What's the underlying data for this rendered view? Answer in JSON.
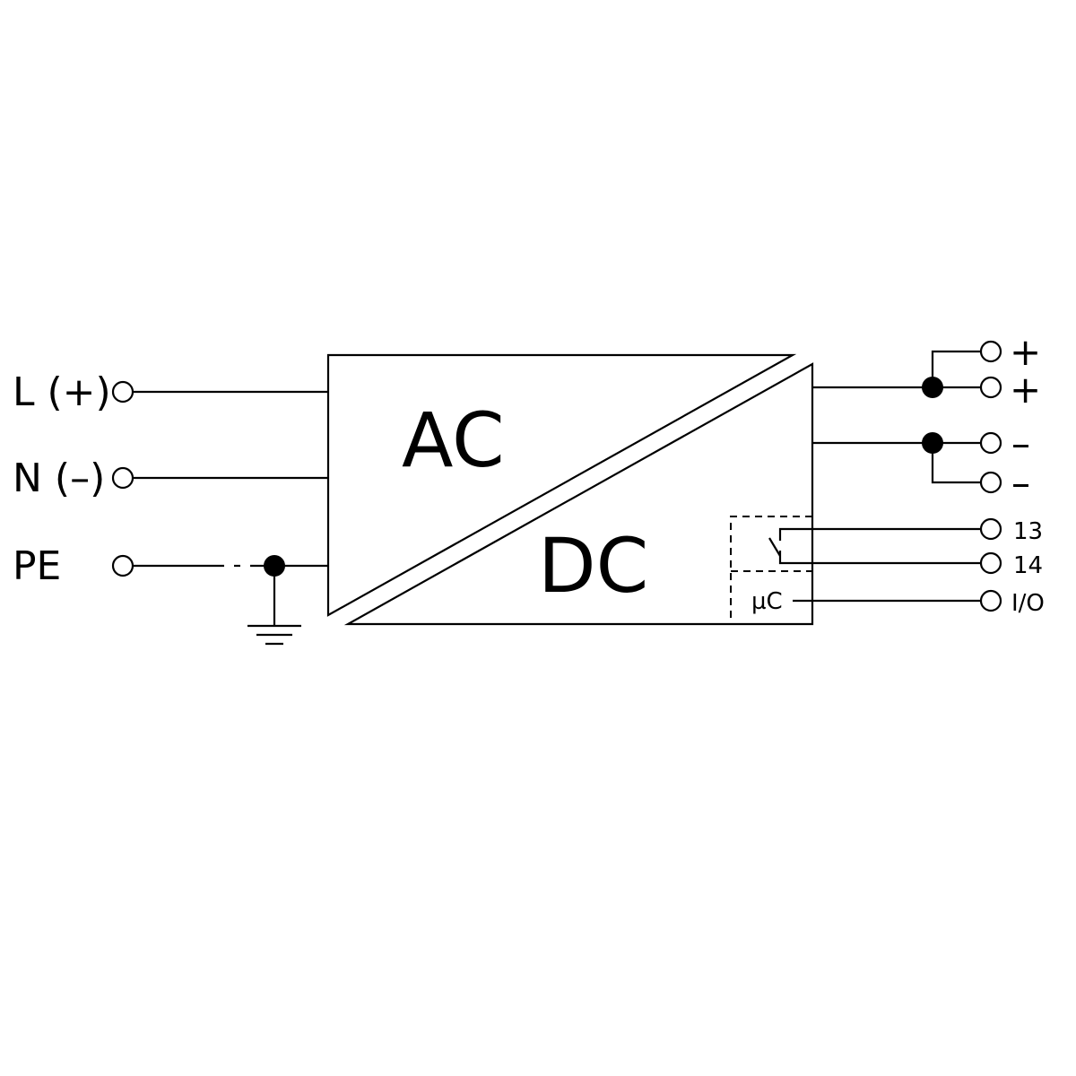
{
  "block": {
    "input_type": "AC",
    "output_type": "DC"
  },
  "inputs": {
    "line": "L (+)",
    "neutral": "N (–)",
    "protective_earth": "PE"
  },
  "outputs": {
    "plus_1": "+",
    "plus_2": "+",
    "minus_1": "–",
    "minus_2": "–",
    "relay_contact_1": "13",
    "relay_contact_2": "14",
    "io": "I/O"
  },
  "internal": {
    "microcontroller": "µC"
  }
}
